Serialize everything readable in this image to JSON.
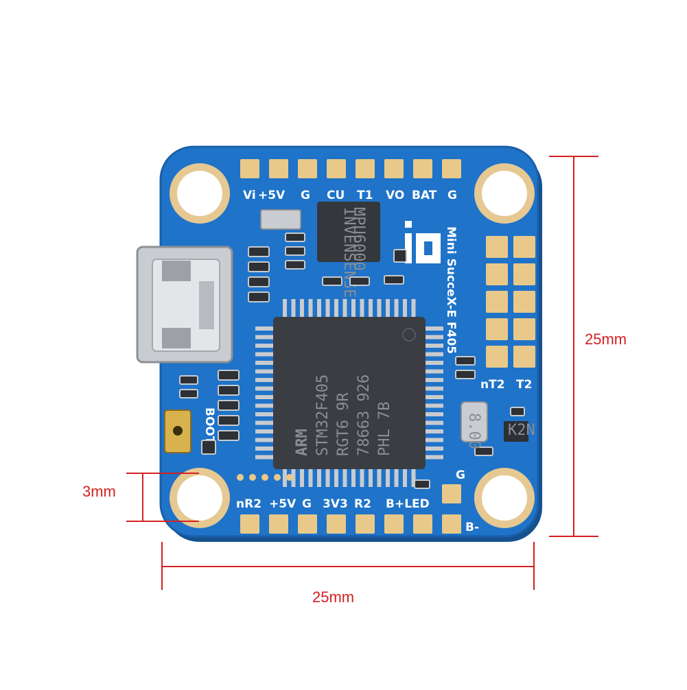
{
  "colors": {
    "pcb": "#1f73c8",
    "pcb_edge": "#1a5fa8",
    "pad": "#e8c98a",
    "dimension": "#d42020",
    "chip": "#3a3d42"
  },
  "dimensions": {
    "width_label": "25mm",
    "height_label": "25mm",
    "hole_label": "3mm"
  },
  "board": {
    "top_labels": [
      "Vi",
      "+5V",
      "G",
      "CU",
      "T1",
      "VO",
      "BAT",
      "G"
    ],
    "bottom_labels": [
      "nR2",
      "+5V",
      "G",
      "3V3",
      "R2",
      "B+LED"
    ],
    "right_labels": [
      "nT2",
      "T2"
    ],
    "corner_labels": [
      "G",
      "B-"
    ],
    "side_text": "Mini SucceX-E F405",
    "boot_label": "BOOT",
    "mcu_lines": [
      "ARM",
      "STM32F405",
      "RGT6  9R",
      "78663 926",
      "PHL 7B"
    ],
    "gyro_lines": [
      "MPU6000",
      "INVENSENSE"
    ],
    "crystal_label": "8.00",
    "transistor_label": "K2N"
  }
}
